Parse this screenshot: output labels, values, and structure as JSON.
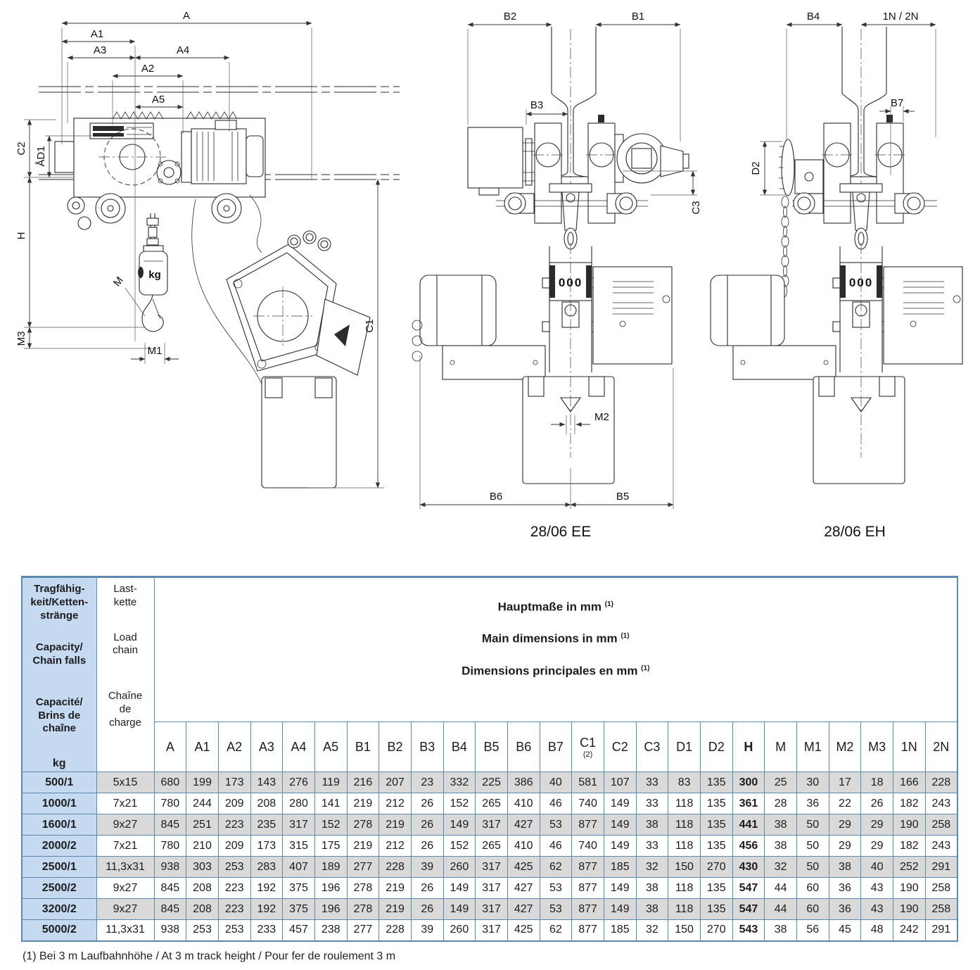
{
  "diagrams": {
    "left": {
      "labels": {
        "a": "A",
        "a1": "A1",
        "a2": "A2",
        "a3": "A3",
        "a4": "A4",
        "a5": "A5",
        "c2": "C2",
        "ad1": "ÅD1",
        "h": "H",
        "m3": "M3",
        "m": "M",
        "m1": "M1",
        "c1": "C1"
      },
      "kg": "kg"
    },
    "middle": {
      "labels": {
        "b2": "B2",
        "b1": "B1",
        "b3": "B3",
        "c3": "C3",
        "m2": "M2",
        "b6": "B6",
        "b5": "B5"
      },
      "display": "000",
      "caption": "28/06 EE"
    },
    "right": {
      "labels": {
        "b4": "B4",
        "n1n2": "1N / 2N",
        "b7": "B7",
        "d2": "D2"
      },
      "display": "000",
      "caption": "28/06 EH"
    }
  },
  "table": {
    "corner": {
      "de": "Tragfähig-\nkeit/Ketten-\nstränge",
      "en": "Capacity/\nChain falls",
      "fr": "Capacité/\nBrins de\nchaîne",
      "unit": "kg"
    },
    "chain_col": {
      "de": "Last-\nkette",
      "en": "Load\nchain",
      "fr": "Chaîne\nde\ncharge"
    },
    "title": {
      "de": "Hauptmaße  in mm",
      "en": "Main dimensions in mm",
      "fr": "Dimensions principales en mm",
      "note": "(1)"
    },
    "columns": [
      "A",
      "A1",
      "A2",
      "A3",
      "A4",
      "A5",
      "B1",
      "B2",
      "B3",
      "B4",
      "B5",
      "B6",
      "B7",
      "C1",
      "C2",
      "C3",
      "D1",
      "D2",
      "H",
      "M",
      "M1",
      "M2",
      "M3",
      "1N",
      "2N"
    ],
    "c1_note": "(2)",
    "bold_column": "H",
    "rows": [
      {
        "capacity": "500/1",
        "chain": "5x15",
        "values": [
          680,
          199,
          173,
          143,
          276,
          119,
          216,
          207,
          23,
          332,
          225,
          386,
          40,
          581,
          107,
          33,
          83,
          135,
          300,
          25,
          30,
          17,
          18,
          166,
          228
        ]
      },
      {
        "capacity": "1000/1",
        "chain": "7x21",
        "values": [
          780,
          244,
          209,
          208,
          280,
          141,
          219,
          212,
          26,
          152,
          265,
          410,
          46,
          740,
          149,
          33,
          118,
          135,
          361,
          28,
          36,
          22,
          26,
          182,
          243
        ]
      },
      {
        "capacity": "1600/1",
        "chain": "9x27",
        "values": [
          845,
          251,
          223,
          235,
          317,
          152,
          278,
          219,
          26,
          149,
          317,
          427,
          53,
          877,
          149,
          38,
          118,
          135,
          441,
          38,
          50,
          29,
          29,
          190,
          258
        ]
      },
      {
        "capacity": "2000/2",
        "chain": "7x21",
        "values": [
          780,
          210,
          209,
          173,
          315,
          175,
          219,
          212,
          26,
          152,
          265,
          410,
          46,
          740,
          149,
          33,
          118,
          135,
          456,
          38,
          50,
          29,
          29,
          182,
          243
        ]
      },
      {
        "capacity": "2500/1",
        "chain": "11,3x31",
        "values": [
          938,
          303,
          253,
          283,
          407,
          189,
          277,
          228,
          39,
          260,
          317,
          425,
          62,
          877,
          185,
          32,
          150,
          270,
          430,
          32,
          50,
          38,
          40,
          252,
          291
        ]
      },
      {
        "capacity": "2500/2",
        "chain": "9x27",
        "values": [
          845,
          208,
          223,
          192,
          375,
          196,
          278,
          219,
          26,
          149,
          317,
          427,
          53,
          877,
          149,
          38,
          118,
          135,
          547,
          44,
          60,
          36,
          43,
          190,
          258
        ]
      },
      {
        "capacity": "3200/2",
        "chain": "9x27",
        "values": [
          845,
          208,
          223,
          192,
          375,
          196,
          278,
          219,
          26,
          149,
          317,
          427,
          53,
          877,
          149,
          38,
          118,
          135,
          547,
          44,
          60,
          36,
          43,
          190,
          258
        ]
      },
      {
        "capacity": "5000/2",
        "chain": "11,3x31",
        "values": [
          938,
          253,
          253,
          233,
          457,
          238,
          277,
          228,
          39,
          260,
          317,
          425,
          62,
          877,
          185,
          32,
          150,
          270,
          543,
          38,
          56,
          45,
          48,
          242,
          291
        ]
      }
    ],
    "footnote": "(1) Bei 3 m Laufbahnhöhe / At 3 m track height / Pour fer de roulement 3 m",
    "colors": {
      "border": "#5e88ad",
      "header_bg": "#c5d9f1",
      "row_alt_bg": "#d9d9d9",
      "row_bg": "#ffffff"
    }
  }
}
